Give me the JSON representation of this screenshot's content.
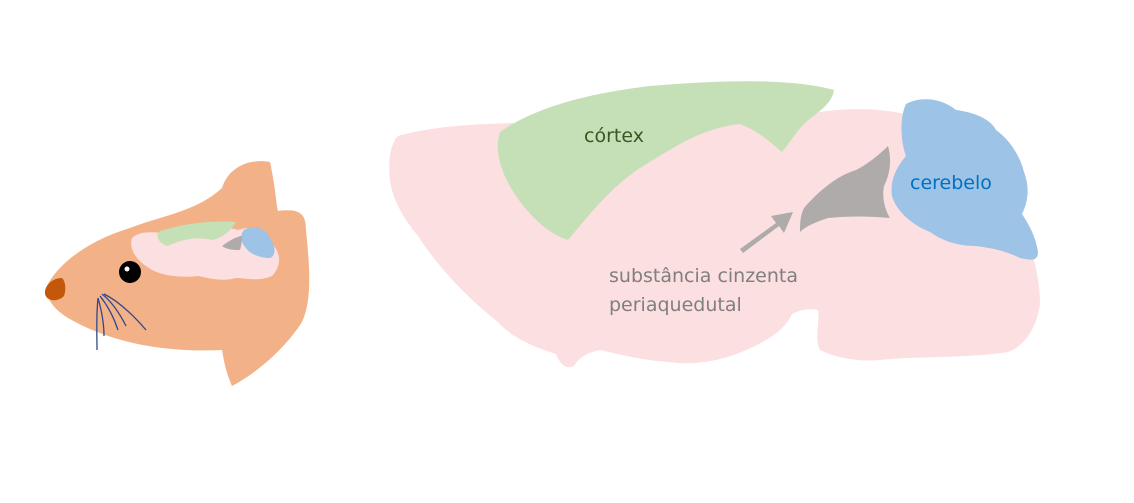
{
  "labels": {
    "cortex": "córtex",
    "cerebellum": "cerebelo",
    "pag_line1": "substância cinzenta",
    "pag_line2": "periaquedutal"
  },
  "colors": {
    "head": "#F3B187",
    "nose": "#C4580A",
    "eye": "#000000",
    "whisker": "#2F4A8C",
    "brain": "#FCDFE0",
    "cortex": "#C5E0B6",
    "cerebellum": "#9DC3E6",
    "pag": "#AFABAB",
    "cortex_text": "#385723",
    "cerebellum_text": "#0070C0",
    "pag_text": "#7F7F7F"
  }
}
